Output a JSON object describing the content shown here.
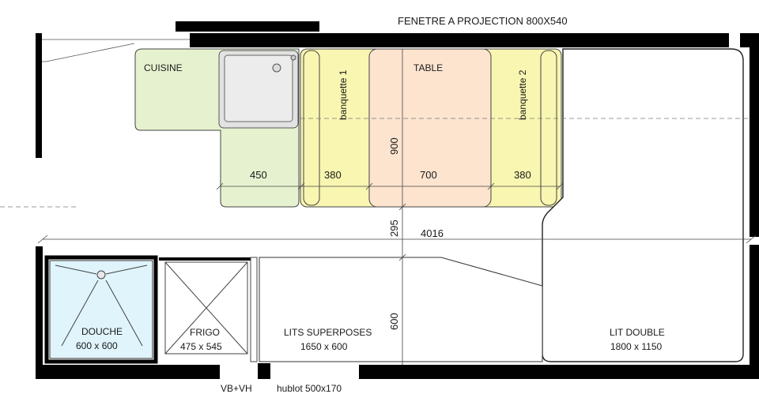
{
  "labels": {
    "window_top": "FENETRE A PROJECTION 800X540",
    "cuisine": "CUISINE",
    "banquette1": "banquette 1",
    "table": "TABLE",
    "banquette2": "banquette 2",
    "douche": "DOUCHE",
    "douche_dim": "600 x 600",
    "frigo": "FRIGO",
    "frigo_dim": "475 x 545",
    "lits_superposes": "LITS SUPERPOSES",
    "lits_superposes_dim": "1650 x 600",
    "lit_double": "LIT DOUBLE",
    "lit_double_dim": "1800 x 1150",
    "vb_vh": "VB+VH",
    "hublot": "hublot 500x170"
  },
  "dimensions": {
    "d450": "450",
    "d380a": "380",
    "d700": "700",
    "d380b": "380",
    "d900": "900",
    "d295": "295",
    "d4016": "4016",
    "d600": "600"
  },
  "colors": {
    "kitchen": "#e6f2cf",
    "bench": "#f9f6b1",
    "table": "#fde4cf",
    "shower": "#dff4fb",
    "wall": "#000000"
  }
}
